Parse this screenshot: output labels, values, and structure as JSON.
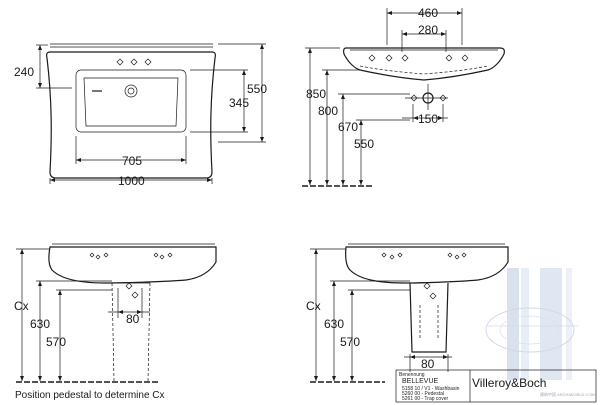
{
  "plan_view": {
    "depth_label": "240",
    "overall_depth_label": "550",
    "bowl_depth_label": "345",
    "bowl_width_label": "705",
    "overall_width_label": "1000"
  },
  "front_view": {
    "tap_spacing_outer_label": "460",
    "tap_spacing_inner_label": "280",
    "height_850_label": "850",
    "height_800_label": "800",
    "height_670_label": "670",
    "height_550_label": "550",
    "trap_width_label": "150"
  },
  "pedestal_view_left": {
    "cx_label": "Cx",
    "height_630_label": "630",
    "height_570_label": "570",
    "pedestal_width_label": "80",
    "caption": "Position pedestal to determine Cx"
  },
  "pedestal_view_right": {
    "cx_label": "Cx",
    "height_630_label": "630",
    "height_570_label": "570",
    "width_label": "80"
  },
  "title_block": {
    "header": "Benennung",
    "product": "BELLEVUE",
    "line_1": "5158 10 / V1 - Washbasin",
    "line_2": "5260 00 - Pedestal",
    "line_3": "5261 00 - Trap cover",
    "brand": "Villeroy&Boch",
    "watermark": "建筑中国 ARCHIWORLD.COM"
  }
}
